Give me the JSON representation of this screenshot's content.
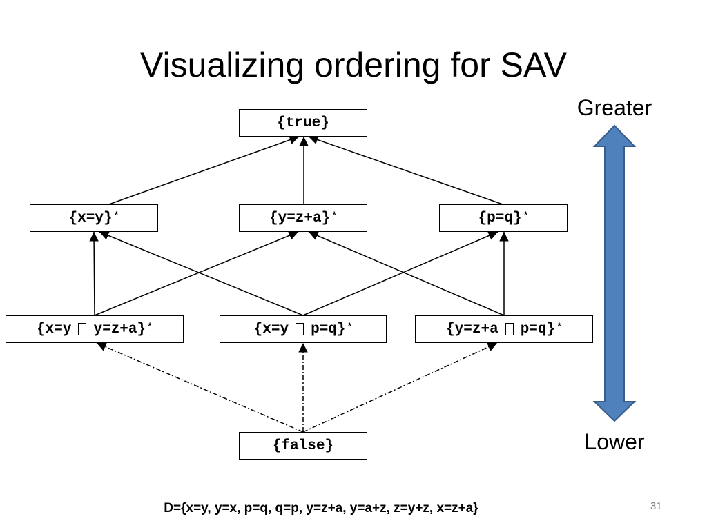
{
  "slide": {
    "title": "Visualizing ordering for SAV",
    "footer": "D={x=y, y=x, p=q, q=p, y=z+a, y=a+z, z=y+z, x=z+a}",
    "page_number": "31"
  },
  "lattice": {
    "top": {
      "text": "{true}"
    },
    "middle": [
      {
        "text": "{x=y}",
        "suffix": "*"
      },
      {
        "text": "{y=z+a}",
        "suffix": "*"
      },
      {
        "text": "{p=q}",
        "suffix": "*"
      }
    ],
    "lower": [
      {
        "left": "{x=y",
        "right": "y=z+a}",
        "suffix": "*"
      },
      {
        "left": "{x=y",
        "right": "p=q}",
        "suffix": "*"
      },
      {
        "left": "{y=z+a",
        "right": "p=q}",
        "suffix": "*"
      }
    ],
    "bottom": {
      "text": "{false}"
    },
    "edges_solid": [
      [
        "middle.0",
        "top"
      ],
      [
        "middle.1",
        "top"
      ],
      [
        "middle.2",
        "top"
      ],
      [
        "lower.0",
        "middle.0"
      ],
      [
        "lower.0",
        "middle.1"
      ],
      [
        "lower.1",
        "middle.0"
      ],
      [
        "lower.1",
        "middle.2"
      ],
      [
        "lower.2",
        "middle.1"
      ],
      [
        "lower.2",
        "middle.2"
      ]
    ],
    "edges_dashed": [
      [
        "bottom",
        "lower.0"
      ],
      [
        "bottom",
        "lower.1"
      ],
      [
        "bottom",
        "lower.2"
      ]
    ]
  },
  "order_arrow": {
    "top_label": "Greater",
    "bottom_label": "Lower",
    "fill_color": "#4f81bd",
    "stroke_color": "#385d8a"
  }
}
